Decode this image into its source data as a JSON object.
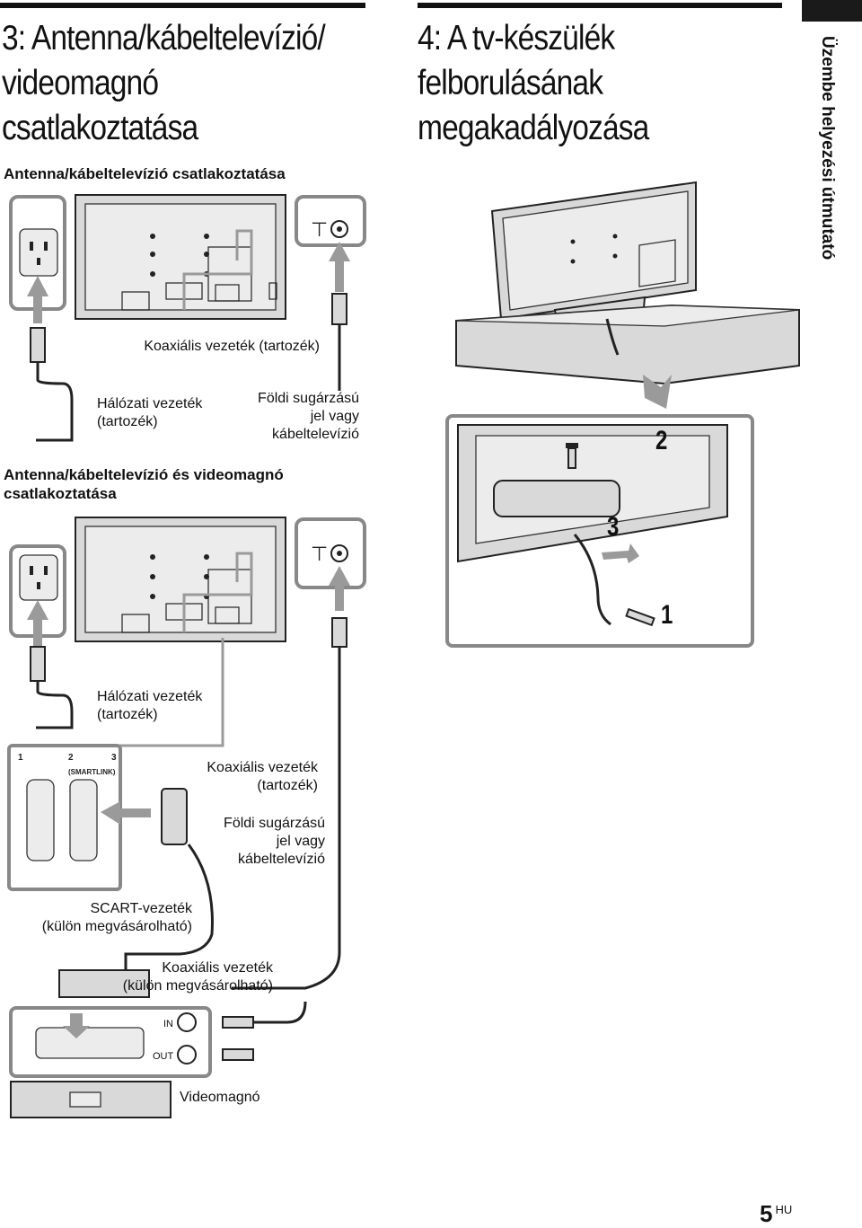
{
  "section3": {
    "title_line1": "3: Antenna/kábeltelevízió/",
    "title_line2": "videomagnó",
    "title_line3": "csatlakoztatása",
    "sub1": "Antenna/kábeltelevízió csatlakoztatása",
    "sub2_line1": "Antenna/kábeltelevízió és videomagnó",
    "sub2_line2": "csatlakoztatása",
    "labels": {
      "coax_incl_1": "Koaxiális vezeték (tartozék)",
      "mains_1_line1": "Hálózati vezeték",
      "mains_1_line2": "(tartozék)",
      "ground_1_line1": "Földi sugárzású",
      "ground_1_line2": "jel vagy",
      "ground_1_line3": "kábeltelevízió",
      "mains_2_line1": "Hálózati vezeték",
      "mains_2_line2": "(tartozék)",
      "coax_incl_2_line1": "Koaxiális vezeték",
      "coax_incl_2_line2": "(tartozék)",
      "ground_2_line1": "Földi sugárzású",
      "ground_2_line2": "jel vagy",
      "ground_2_line3": "kábeltelevízió",
      "scart_line1": "SCART-vezeték",
      "scart_line2": "(külön megvásárolható)",
      "coax_sep_line1": "Koaxiális vezeték",
      "coax_sep_line2": "(külön megvásárolható)",
      "vcr": "Videomagnó",
      "vcr_in": "IN",
      "vcr_out": "OUT",
      "scart_num1": "1",
      "scart_num2": "2",
      "scart_num3": "3",
      "smartlink": "(SMARTLINK)"
    }
  },
  "section4": {
    "title_line1": "4: A tv-készülék",
    "title_line2": "felborulásának",
    "title_line3": "megakadályozása",
    "step_1": "1",
    "step_2": "2",
    "step_3": "3"
  },
  "side_tab": {
    "text": "Üzembe helyezési útmutató"
  },
  "page": {
    "number": "5",
    "suffix": "HU"
  }
}
